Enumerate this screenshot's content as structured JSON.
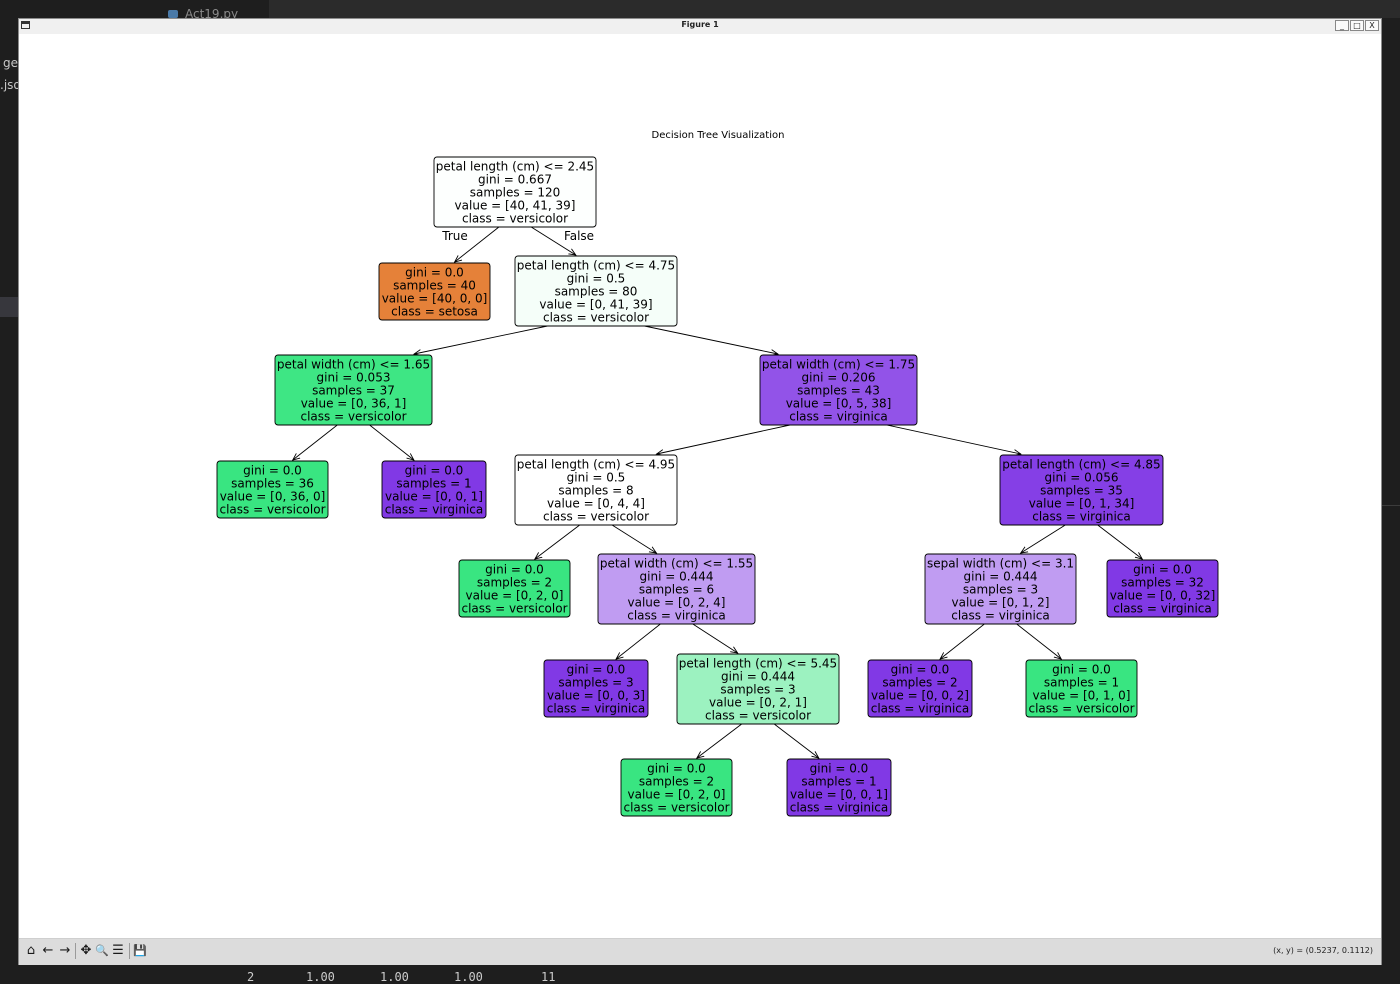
{
  "background": {
    "editor_tab": "Act19.py",
    "side_fragments": [
      "ge",
      ".jso"
    ],
    "bottom_numbers": [
      "2",
      "1.00",
      "1.00",
      "1.00",
      "11"
    ]
  },
  "window": {
    "title": "Figure 1",
    "controls": [
      "_",
      "□",
      "X"
    ]
  },
  "figure": {
    "title": "Decision Tree Visualization",
    "edge_labels": {
      "true_label": "True",
      "false_label": "False"
    },
    "colors": {
      "setosa": "#e58139",
      "versicolor": "#39e581",
      "virginica": "#8139e5"
    },
    "nodes": [
      {
        "id": "n0",
        "lines": [
          "petal length (cm) <= 2.45",
          "gini = 0.667",
          "samples = 120",
          "value = [40, 41, 39]",
          "class = versicolor"
        ],
        "fill": "#fdfffe"
      },
      {
        "id": "n1",
        "lines": [
          "gini = 0.0",
          "samples = 40",
          "value = [40, 0, 0]",
          "class = setosa"
        ],
        "fill": "#e58139"
      },
      {
        "id": "n2",
        "lines": [
          "petal length (cm) <= 4.75",
          "gini = 0.5",
          "samples = 80",
          "value = [0, 41, 39]",
          "class = versicolor"
        ],
        "fill": "#f5fef9"
      },
      {
        "id": "n3",
        "lines": [
          "petal width (cm) <= 1.65",
          "gini = 0.053",
          "samples = 37",
          "value = [0, 36, 1]",
          "class = versicolor"
        ],
        "fill": "#3ee684"
      },
      {
        "id": "n4",
        "lines": [
          "petal width (cm) <= 1.75",
          "gini = 0.206",
          "samples = 43",
          "value = [0, 5, 38]",
          "class = virginica"
        ],
        "fill": "#9253e8"
      },
      {
        "id": "n5",
        "lines": [
          "gini = 0.0",
          "samples = 36",
          "value = [0, 36, 0]",
          "class = versicolor"
        ],
        "fill": "#39e581"
      },
      {
        "id": "n6",
        "lines": [
          "gini = 0.0",
          "samples = 1",
          "value = [0, 0, 1]",
          "class = virginica"
        ],
        "fill": "#8139e5"
      },
      {
        "id": "n7",
        "lines": [
          "petal length (cm) <= 4.95",
          "gini = 0.5",
          "samples = 8",
          "value = [0, 4, 4]",
          "class = versicolor"
        ],
        "fill": "#ffffff"
      },
      {
        "id": "n8",
        "lines": [
          "petal length (cm) <= 4.85",
          "gini = 0.056",
          "samples = 35",
          "value = [0, 1, 34]",
          "class = virginica"
        ],
        "fill": "#853fe6"
      },
      {
        "id": "n9",
        "lines": [
          "gini = 0.0",
          "samples = 2",
          "value = [0, 2, 0]",
          "class = versicolor"
        ],
        "fill": "#39e581"
      },
      {
        "id": "n10",
        "lines": [
          "petal width (cm) <= 1.55",
          "gini = 0.444",
          "samples = 6",
          "value = [0, 2, 4]",
          "class = virginica"
        ],
        "fill": "#c09cf2"
      },
      {
        "id": "n11",
        "lines": [
          "sepal width (cm) <= 3.1",
          "gini = 0.444",
          "samples = 3",
          "value = [0, 1, 2]",
          "class = virginica"
        ],
        "fill": "#c09cf2"
      },
      {
        "id": "n12",
        "lines": [
          "gini = 0.0",
          "samples = 32",
          "value = [0, 0, 32]",
          "class = virginica"
        ],
        "fill": "#8139e5"
      },
      {
        "id": "n13",
        "lines": [
          "gini = 0.0",
          "samples = 3",
          "value = [0, 0, 3]",
          "class = virginica"
        ],
        "fill": "#8139e5"
      },
      {
        "id": "n14",
        "lines": [
          "petal length (cm) <= 5.45",
          "gini = 0.444",
          "samples = 3",
          "value = [0, 2, 1]",
          "class = versicolor"
        ],
        "fill": "#9cf2c0"
      },
      {
        "id": "n15",
        "lines": [
          "gini = 0.0",
          "samples = 2",
          "value = [0, 0, 2]",
          "class = virginica"
        ],
        "fill": "#8139e5"
      },
      {
        "id": "n16",
        "lines": [
          "gini = 0.0",
          "samples = 1",
          "value = [0, 1, 0]",
          "class = versicolor"
        ],
        "fill": "#39e581"
      },
      {
        "id": "n17",
        "lines": [
          "gini = 0.0",
          "samples = 2",
          "value = [0, 2, 0]",
          "class = versicolor"
        ],
        "fill": "#39e581"
      },
      {
        "id": "n18",
        "lines": [
          "gini = 0.0",
          "samples = 1",
          "value = [0, 0, 1]",
          "class = virginica"
        ],
        "fill": "#8139e5"
      }
    ],
    "edges": [
      [
        "n0",
        "n1"
      ],
      [
        "n0",
        "n2"
      ],
      [
        "n2",
        "n3"
      ],
      [
        "n2",
        "n4"
      ],
      [
        "n3",
        "n5"
      ],
      [
        "n3",
        "n6"
      ],
      [
        "n4",
        "n7"
      ],
      [
        "n4",
        "n8"
      ],
      [
        "n7",
        "n9"
      ],
      [
        "n7",
        "n10"
      ],
      [
        "n8",
        "n11"
      ],
      [
        "n8",
        "n12"
      ],
      [
        "n10",
        "n13"
      ],
      [
        "n10",
        "n14"
      ],
      [
        "n11",
        "n15"
      ],
      [
        "n11",
        "n16"
      ],
      [
        "n14",
        "n17"
      ],
      [
        "n14",
        "n18"
      ]
    ]
  },
  "toolbar": {
    "buttons": [
      {
        "name": "home-icon",
        "glyph": "⌂"
      },
      {
        "name": "back-arrow-icon",
        "glyph": "←"
      },
      {
        "name": "forward-arrow-icon",
        "glyph": "→"
      },
      {
        "name": "pan-icon",
        "glyph": "✥"
      },
      {
        "name": "zoom-icon",
        "glyph": "🔍"
      },
      {
        "name": "configure-subplots-icon",
        "glyph": "☰"
      },
      {
        "name": "save-icon",
        "glyph": "💾"
      }
    ],
    "coords": "(x, y) = (0.5237, 0.1112)"
  }
}
